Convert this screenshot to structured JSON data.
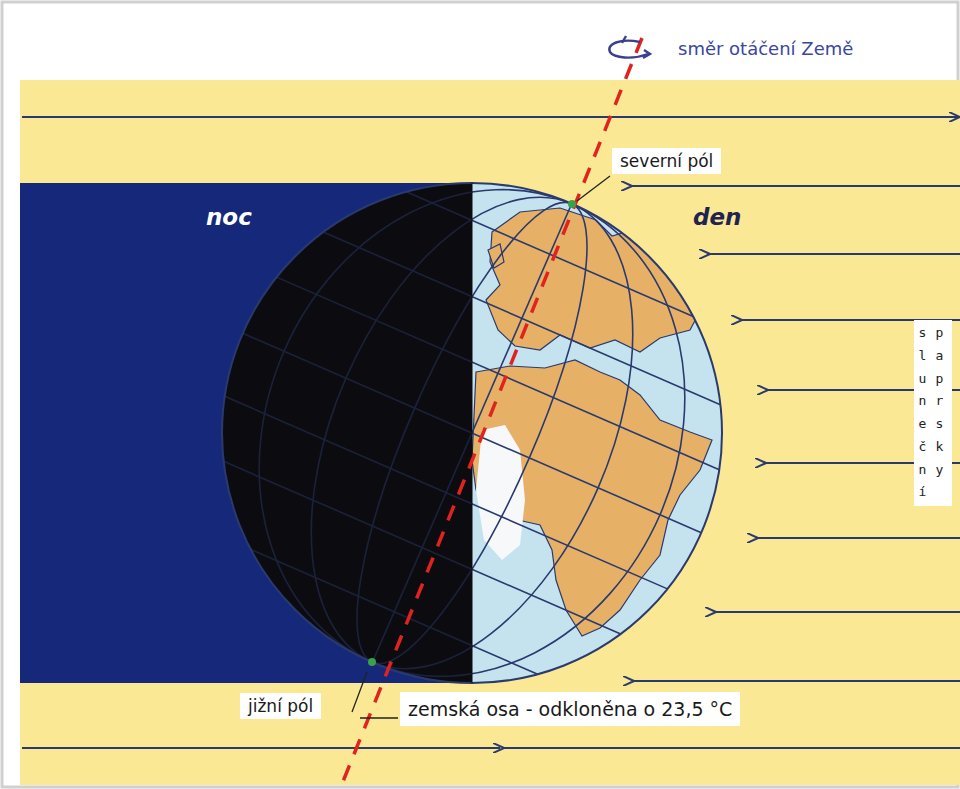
{
  "diagram": {
    "labels": [
      "směr otáčení Země",
      "severní pól",
      "noc",
      "den",
      "sluneční",
      "paprsky",
      "jižní pól",
      "zemská osa - odkloněna o 23,5 °C"
    ]
  }
}
